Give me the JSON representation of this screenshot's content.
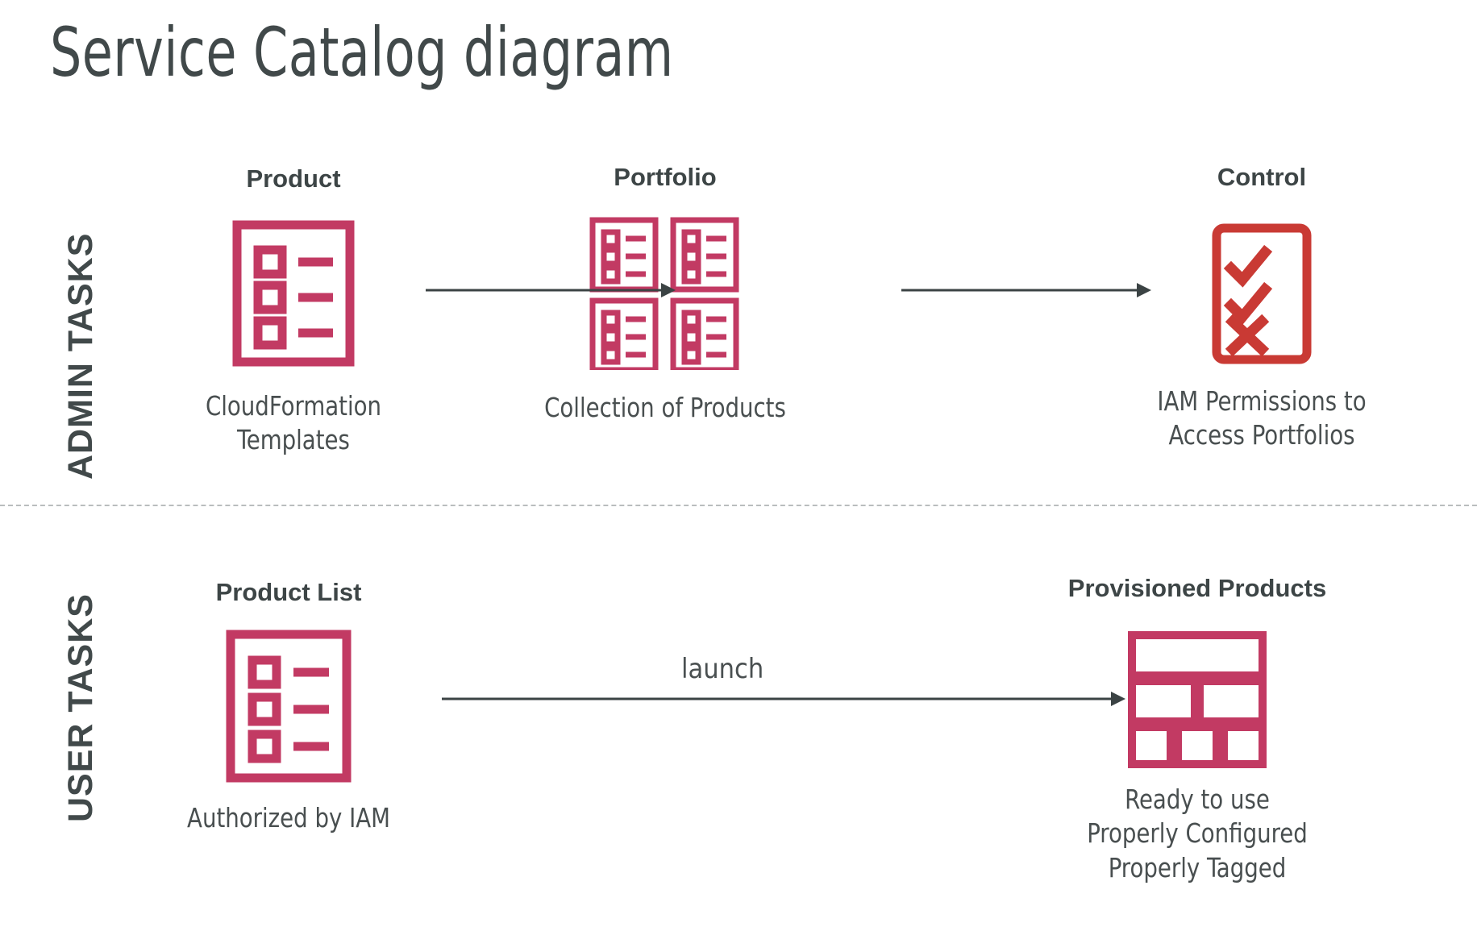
{
  "title": "Service Catalog diagram",
  "colors": {
    "crimson": "#C23A63",
    "red": "#C93A34",
    "text_dark": "#41494a",
    "arrow": "#3b4344",
    "divider": "#b9bdbe"
  },
  "bands": [
    {
      "id": "admin",
      "label": "ADMIN TASKS"
    },
    {
      "id": "user",
      "label": "USER TASKS"
    }
  ],
  "nodes": {
    "product": {
      "title": "Product",
      "caption": "CloudFormation\nTemplates",
      "icon": "checklist-document-icon"
    },
    "portfolio": {
      "title": "Portfolio",
      "caption": "Collection of Products",
      "icon": "checklist-document-grid-icon"
    },
    "control": {
      "title": "Control",
      "caption": "IAM Permissions to\nAccess Portfolios",
      "icon": "checkmarks-cross-document-icon"
    },
    "product_list": {
      "title": "Product List",
      "caption": "Authorized by IAM",
      "icon": "checklist-document-icon"
    },
    "provisioned_products": {
      "title": "Provisioned Products",
      "caption": "Ready to use\nProperly Configured\nProperly Tagged",
      "icon": "bento-grid-icon"
    }
  },
  "arrows": [
    {
      "id": "product-to-portfolio",
      "label": ""
    },
    {
      "id": "portfolio-to-control",
      "label": ""
    },
    {
      "id": "product-list-to-provisioned",
      "label": "launch"
    }
  ]
}
